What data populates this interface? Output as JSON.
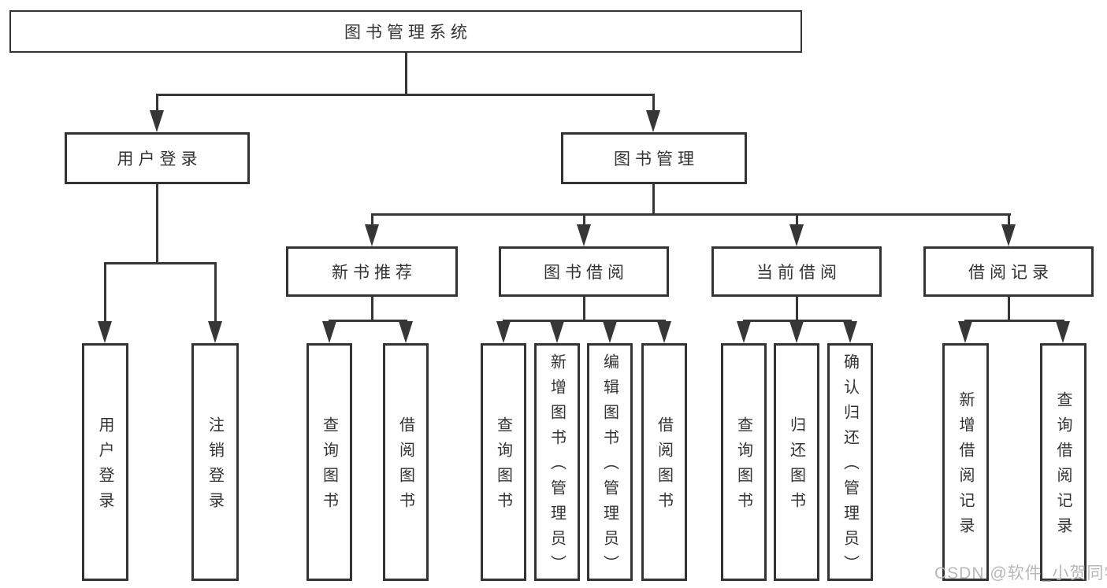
{
  "diagram": {
    "nodes": {
      "root": "图书管理系统",
      "user_login": "用户登录",
      "book_management": "图书管理",
      "new_book_recommend": "新书推荐",
      "book_borrow": "图书借阅",
      "current_borrow": "当前借阅",
      "borrow_record": "借阅记录"
    },
    "leaves": {
      "user_login": [
        "用户登录",
        "注销登录"
      ],
      "new_book_recommend": [
        "查询图书",
        "借阅图书"
      ],
      "book_borrow": [
        "查询图书",
        "新增图书（管理员）",
        "编辑图书（管理员）",
        "借阅图书"
      ],
      "current_borrow": [
        "查询图书",
        "归还图书",
        "确认归还（管理员）"
      ],
      "borrow_record": [
        "新增借阅记录",
        "查询借阅记录"
      ]
    }
  },
  "watermark": {
    "text": "CSDN @软件_小贺同学"
  },
  "colors": {
    "line": "#363636",
    "text": "#333333",
    "watermark": "#b3b3b3",
    "background": "#ffffff"
  }
}
